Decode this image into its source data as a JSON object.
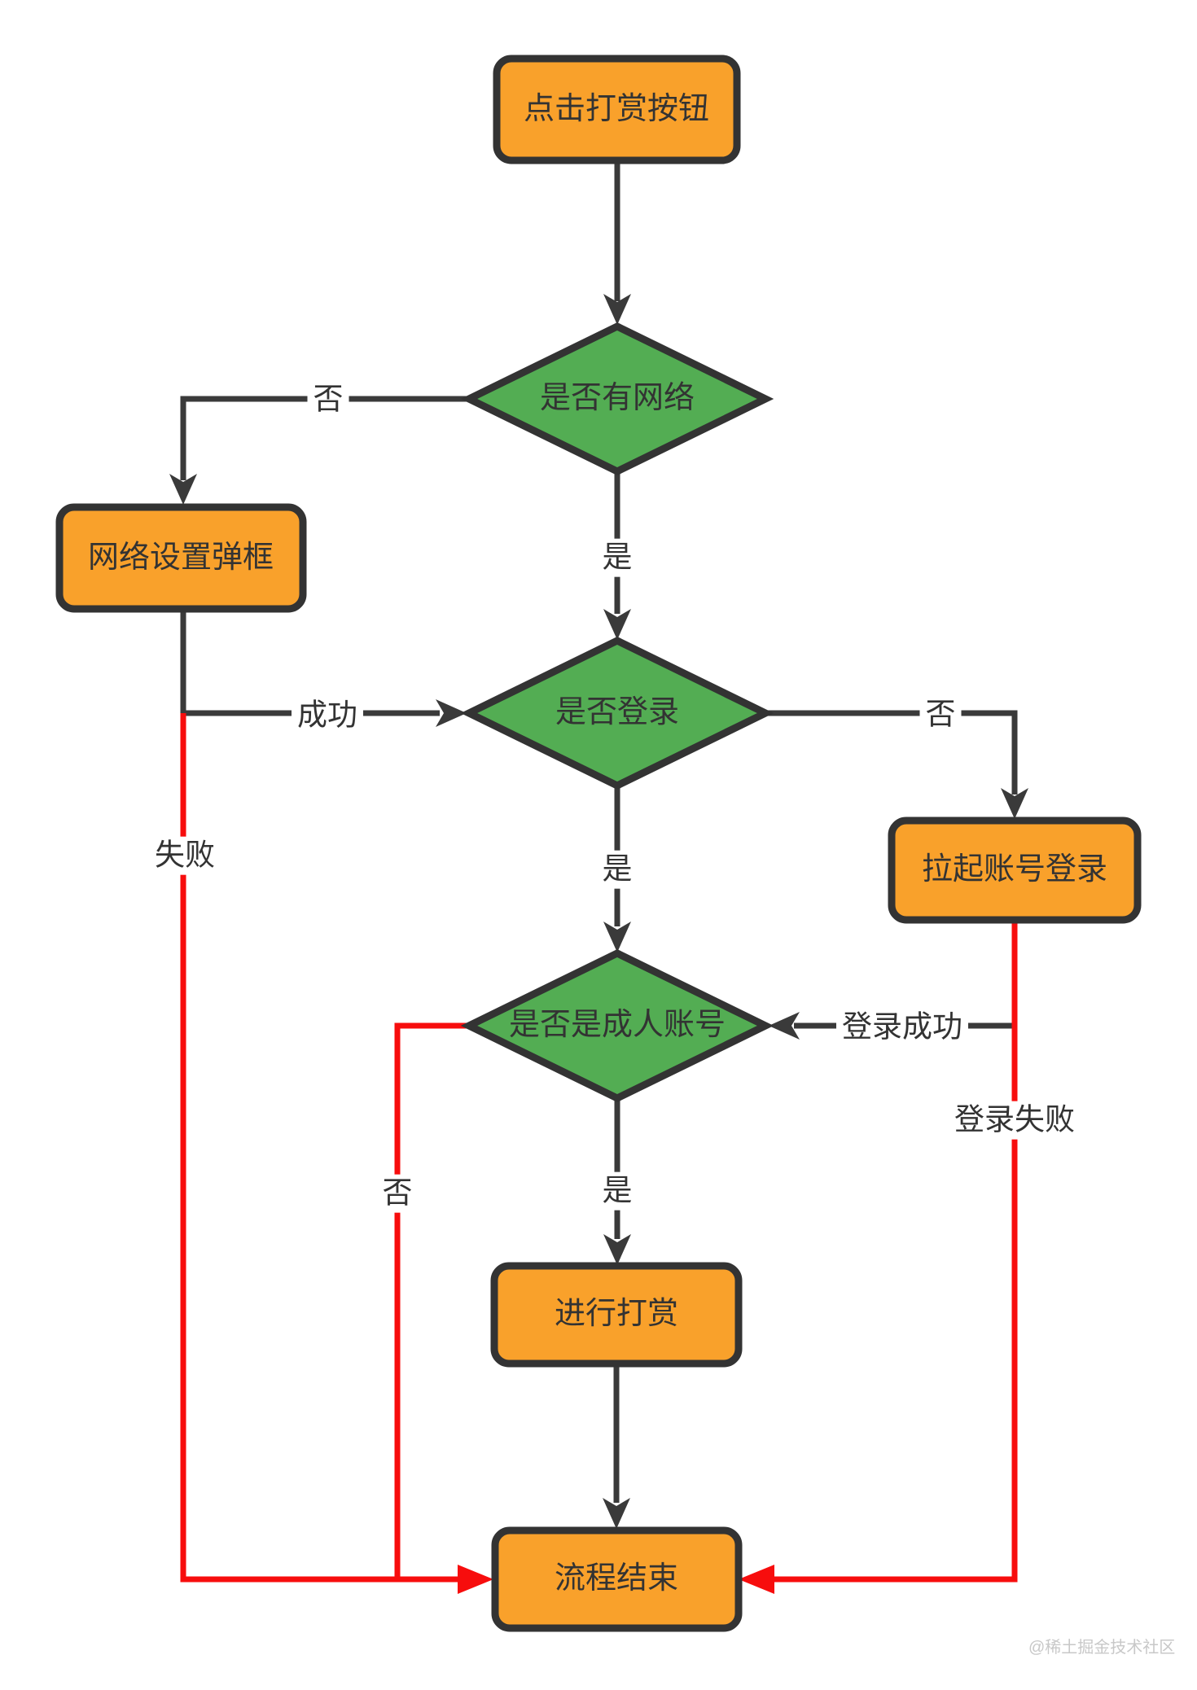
{
  "palette": {
    "page_bg": "#ffffff",
    "box_fill": "#f9a12b",
    "box_border": "#333333",
    "diamond_fill": "#53ad53",
    "connector_black": "#3a3a3a",
    "connector_red": "#f70d0d",
    "label_text": "#333333",
    "watermark_color": "#c8c8c8"
  },
  "nodes": {
    "start": {
      "label": "点击打赏按钮",
      "type": "process"
    },
    "check_network": {
      "label": "是否有网络",
      "type": "decision"
    },
    "network_dialog": {
      "label": "网络设置弹框",
      "type": "process"
    },
    "check_login": {
      "label": "是否登录",
      "type": "decision"
    },
    "launch_login": {
      "label": "拉起账号登录",
      "type": "process"
    },
    "check_adult": {
      "label": "是否是成人账号",
      "type": "decision"
    },
    "do_reward": {
      "label": "进行打赏",
      "type": "process"
    },
    "end": {
      "label": "流程结束",
      "type": "process"
    }
  },
  "edges": {
    "start_to_network": {
      "from": "start",
      "to": "check_network",
      "label": "",
      "color": "black"
    },
    "network_no": {
      "from": "check_network",
      "to": "network_dialog",
      "label": "否",
      "color": "black"
    },
    "network_yes": {
      "from": "check_network",
      "to": "check_login",
      "label": "是",
      "color": "black"
    },
    "dialog_success": {
      "from": "network_dialog",
      "to": "check_login",
      "label": "成功",
      "color": "black"
    },
    "dialog_fail": {
      "from": "network_dialog",
      "to": "end",
      "label": "失败",
      "color": "red"
    },
    "login_no": {
      "from": "check_login",
      "to": "launch_login",
      "label": "否",
      "color": "black"
    },
    "login_yes": {
      "from": "check_login",
      "to": "check_adult",
      "label": "是",
      "color": "black"
    },
    "login_success": {
      "from": "launch_login",
      "to": "check_adult",
      "label": "登录成功",
      "color": "black"
    },
    "login_fail": {
      "from": "launch_login",
      "to": "end",
      "label": "登录失败",
      "color": "red"
    },
    "adult_yes": {
      "from": "check_adult",
      "to": "do_reward",
      "label": "是",
      "color": "black"
    },
    "adult_no": {
      "from": "check_adult",
      "to": "end",
      "label": "否",
      "color": "red"
    },
    "reward_to_end": {
      "from": "do_reward",
      "to": "end",
      "label": "",
      "color": "black"
    }
  },
  "watermark": "@稀土掘金技术社区"
}
